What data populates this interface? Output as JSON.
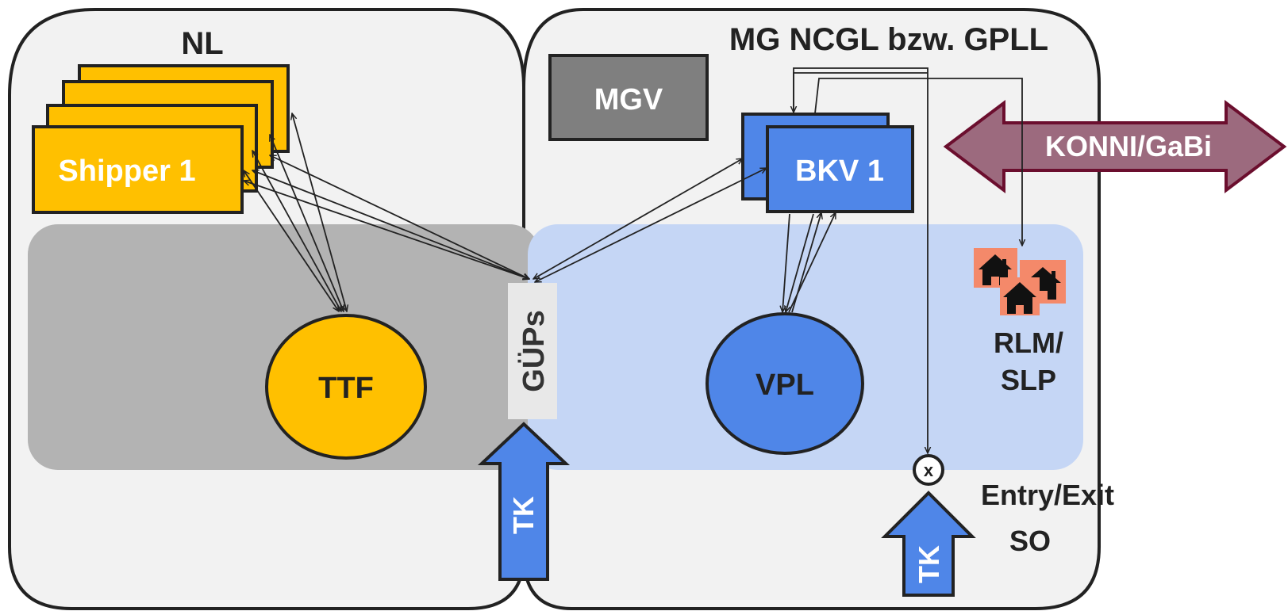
{
  "regions": {
    "nl_title": "NL",
    "mg_title": "MG NCGL bzw. GPLL"
  },
  "nodes": {
    "shipper": "Shipper 1",
    "mgv": "MGV",
    "bkv": "BKV 1",
    "ttf": "TTF",
    "vpl": "VPL",
    "gueps": "GÜPs",
    "konni": "KONNI/GaBi",
    "rlm_line1": "RLM/",
    "rlm_line2": "SLP",
    "entry_exit": "Entry/Exit",
    "so": "SO",
    "tk_left": "TK",
    "tk_right": "TK",
    "junction": "x"
  },
  "colors": {
    "yellow": "#FFC000",
    "blue": "#4F86E8",
    "gray_box": "#7F7F7F",
    "maroon": "#9C6A7E",
    "panel": "#F2F2F2",
    "gray_zone": "#B3B3B3",
    "blue_zone": "#C5D6F5"
  }
}
